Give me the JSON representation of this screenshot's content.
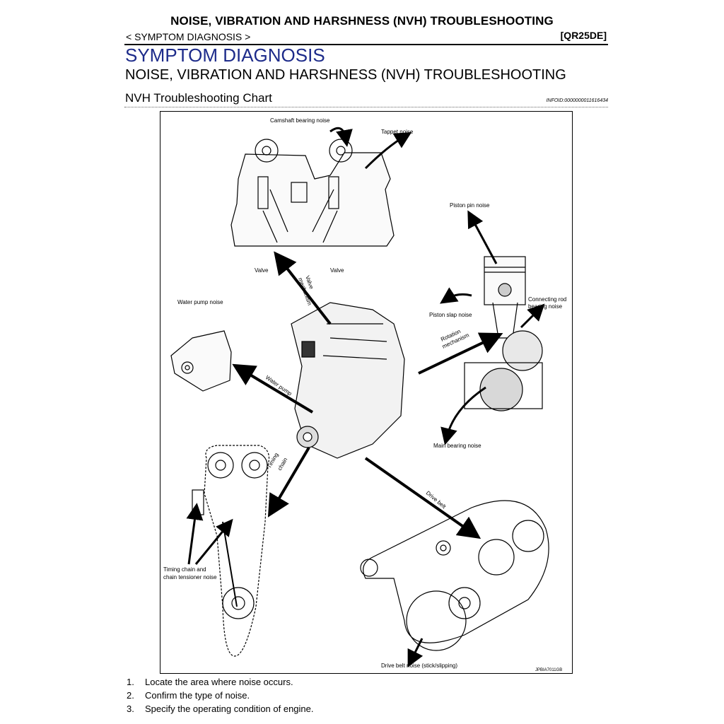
{
  "header": {
    "title": "NOISE, VIBRATION AND HARSHNESS (NVH) TROUBLESHOOTING",
    "breadcrumb": "< SYMPTOM DIAGNOSIS >",
    "engine_code": "[QR25DE]"
  },
  "section": {
    "title": "SYMPTOM DIAGNOSIS",
    "subtitle": "NOISE, VIBRATION AND HARSHNESS (NVH) TROUBLESHOOTING",
    "chart_title": "NVH Troubleshooting Chart",
    "info_id": "INFOID:0000000011616434"
  },
  "figure": {
    "labels": {
      "camshaft": "Camshaft bearing noise",
      "tappet": "Tappet noise",
      "valve_left": "Valve",
      "valve_right": "Valve",
      "valve_mech_1": "Valve",
      "valve_mech_2": "mechanism",
      "piston_pin": "Piston pin noise",
      "conn_rod_1": "Connecting rod",
      "conn_rod_2": "bearing noise",
      "piston_slap": "Piston slap noise",
      "rotation_1": "Rotation",
      "rotation_2": "mechanism",
      "water_pump_noise": "Water pump noise",
      "water_pump": "Water pump",
      "main_bearing": "Main bearing noise",
      "timing_1": "Timing",
      "timing_2": "chain",
      "drive_belt": "Drive belt",
      "chain_noise_1": "Timing chain and",
      "chain_noise_2": "chain tensioner noise",
      "belt_noise": "Drive belt noise (stick/slipping)",
      "fig_id": "JPBIA7011GB"
    }
  },
  "steps": [
    {
      "num": "1.",
      "text": "Locate the area where noise occurs."
    },
    {
      "num": "2.",
      "text": "Confirm the type of noise."
    },
    {
      "num": "3.",
      "text": "Specify the operating condition of engine."
    }
  ]
}
